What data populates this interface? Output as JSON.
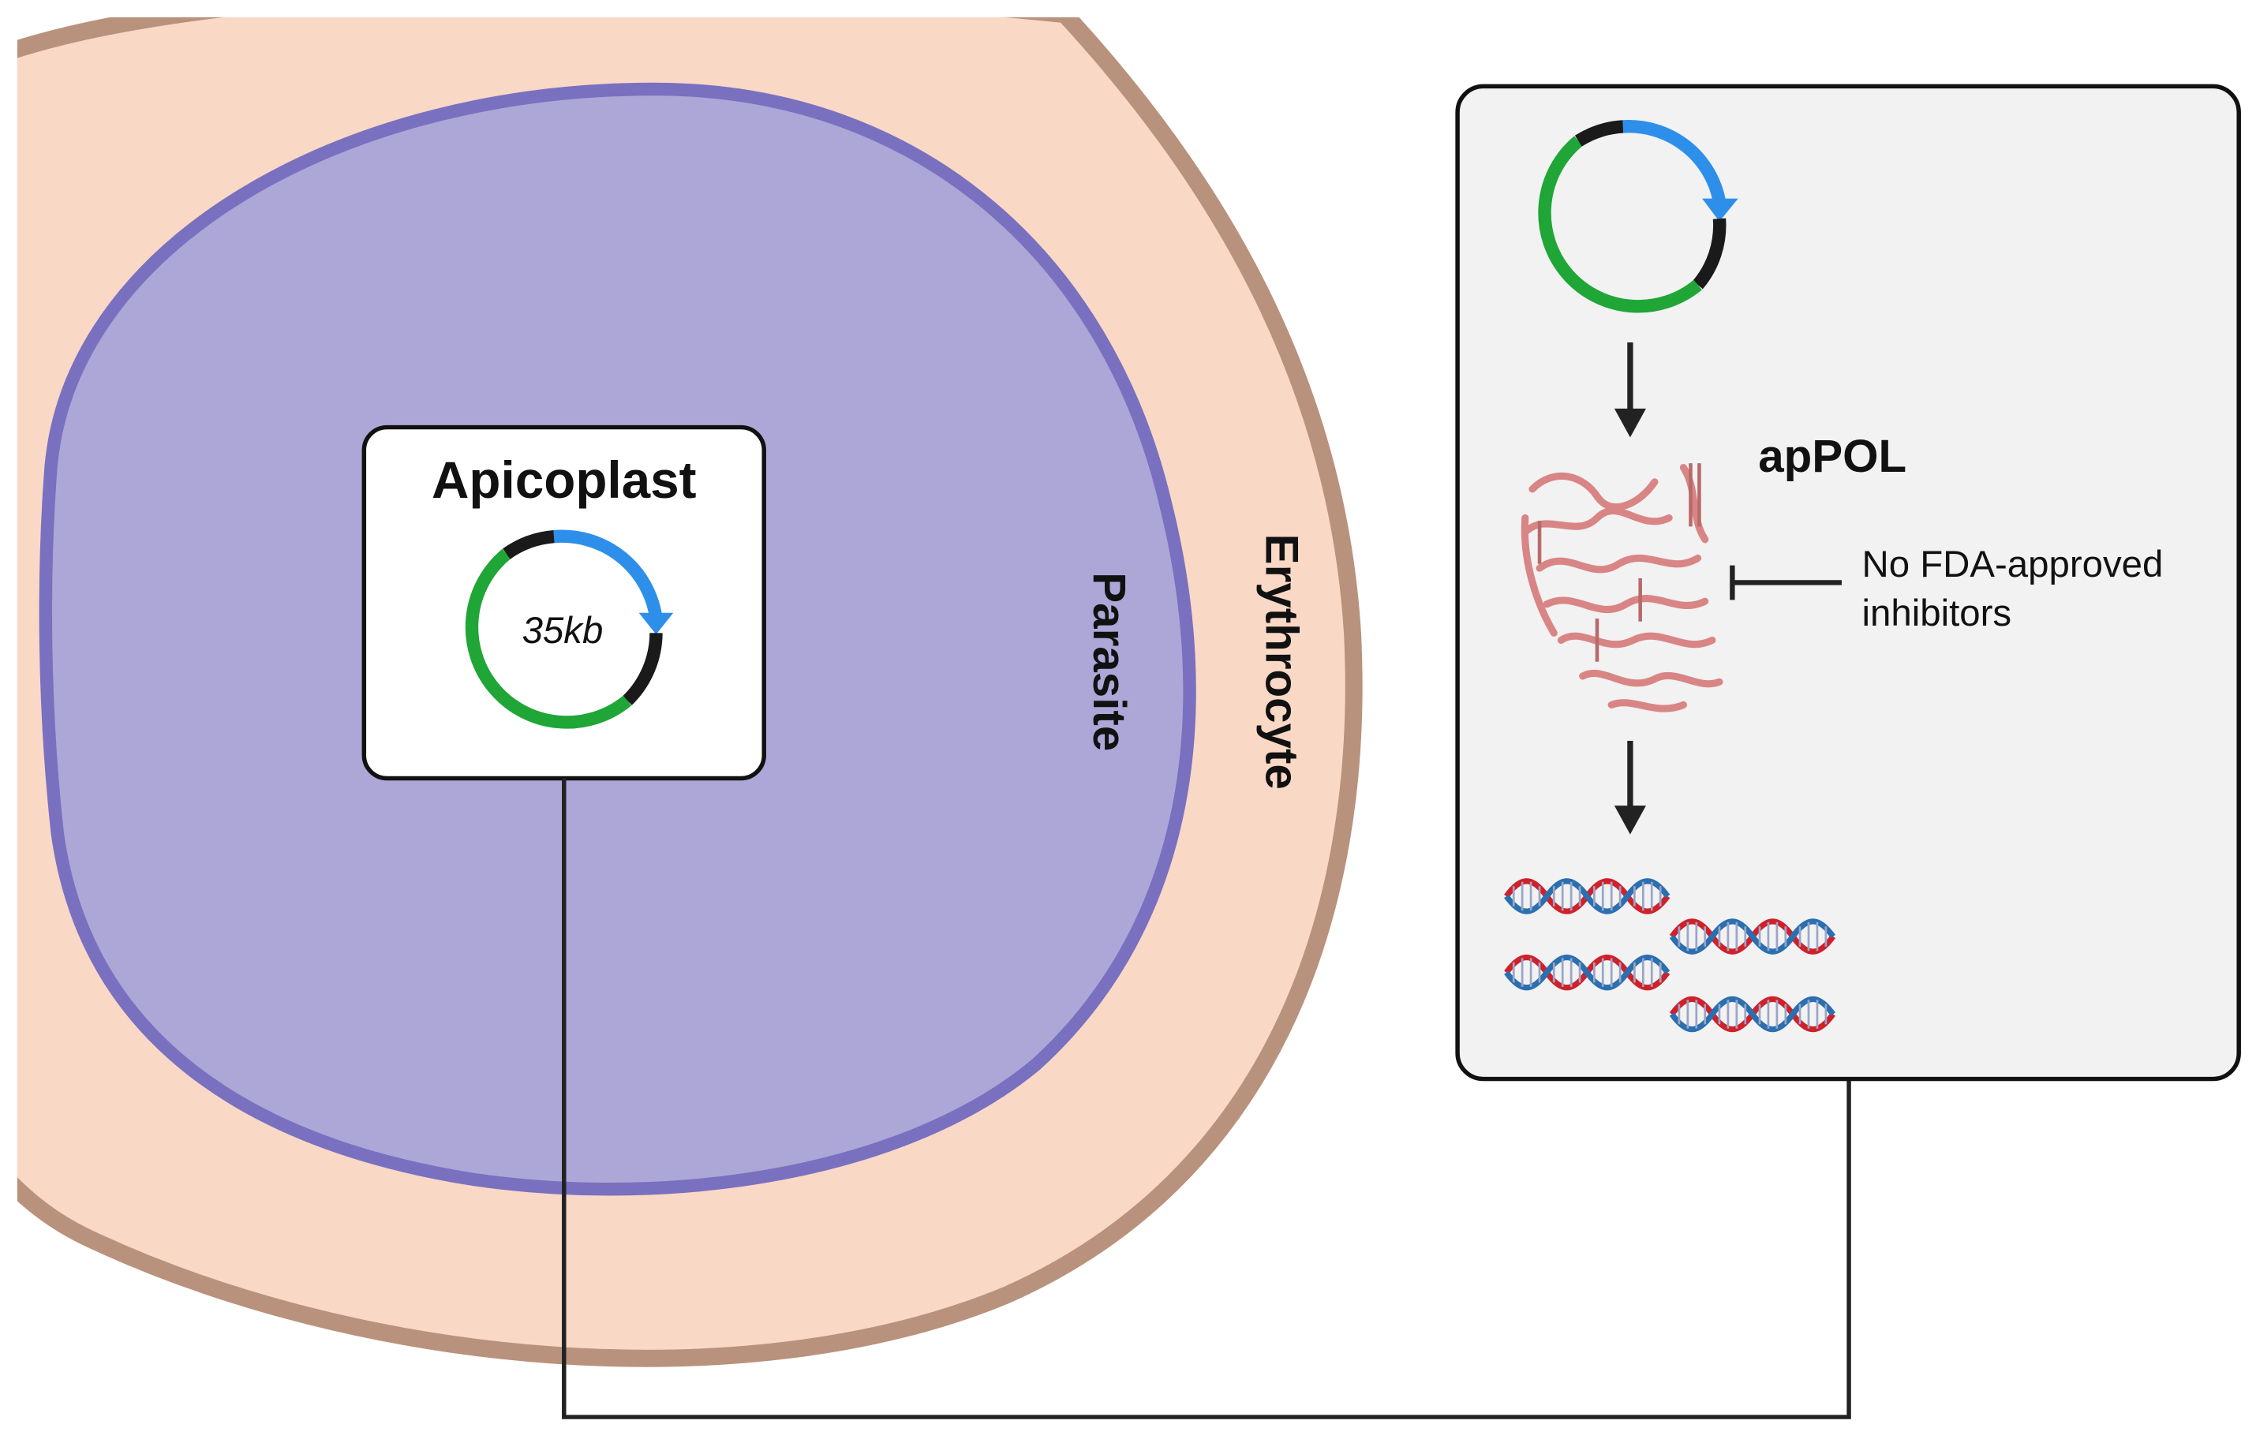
{
  "labels": {
    "apicoplast": "Apicoplast",
    "genome_size": "35kb",
    "parasite": "Parasite",
    "erythrocyte": "Erythrocyte",
    "protein": "apPOL",
    "inhibitor_note_line1": "No FDA-approved",
    "inhibitor_note_line2": "inhibitors"
  },
  "colors": {
    "erythrocyte_fill": "#F9D8C6",
    "erythrocyte_border": "#B8927C",
    "parasite_fill": "#ADA7D8",
    "parasite_border": "#7A70C0",
    "plasmid_green": "#1FA637",
    "plasmid_blue": "#2E8FEA",
    "plasmid_black": "#1a1a1a",
    "panel_fill": "#F2F2F2",
    "dna_red": "#D0202A",
    "dna_blue": "#2A6FB0",
    "protein": "#D98585"
  },
  "icons": [
    "plasmid-icon",
    "down-arrow-icon",
    "protein-structure-icon",
    "inhibition-arrow-icon",
    "dna-helix-icon"
  ]
}
